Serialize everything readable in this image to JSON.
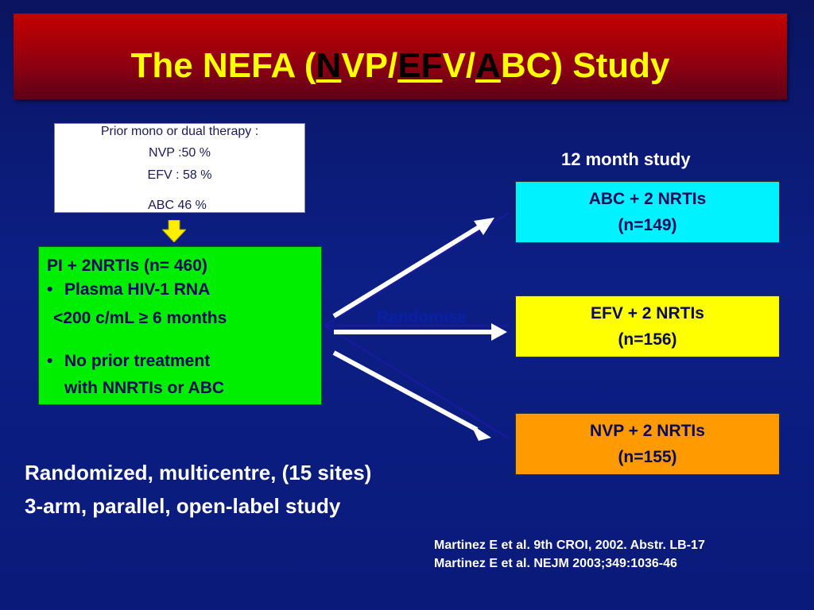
{
  "title": {
    "prefix": "The NEFA (",
    "n_letter": "N",
    "vp": "VP/",
    "ef_letters": "EF",
    "v2": "V",
    "slash": "/",
    "a_letter": "A",
    "suffix": "BC) Study"
  },
  "prior_therapy": {
    "heading": "Prior mono or dual therapy :",
    "nvp": "NVP  :50 %",
    "efv": "EFV : 58 %",
    "abc": "ABC 46 %"
  },
  "entry": {
    "line1": "PI + 2NRTIs (n= 460)",
    "bullet1_a": "Plasma HIV-1 RNA",
    "bullet1_b": "<200 c/mL ≥  6 months",
    "bullet2_a": "No prior treatment",
    "bullet2_b": "with NNRTIs or ABC",
    "bullet_char": "•"
  },
  "study_length": "12 month study",
  "randomise_label": "Randomise",
  "arms": [
    {
      "name": "ABC + 2 NRTIs",
      "n": "(n=149)"
    },
    {
      "name": "EFV + 2 NRTIs",
      "n": "(n=156)"
    },
    {
      "name": "NVP + 2 NRTIs",
      "n": "(n=155)"
    }
  ],
  "design": {
    "line1": "Randomized, multicentre, (15 sites)",
    "line2": "3-arm, parallel, open-label study"
  },
  "references": [
    "Martinez E et al. 9th CROI, 2002. Abstr. LB-17",
    "Martinez E et  al. NEJM 2003;349:1036-46"
  ],
  "colors": {
    "title_text": "#ffff00",
    "entry_box": "#00ee00",
    "arm_abc": "#00f2ff",
    "arm_efv": "#ffff00",
    "arm_nvp": "#ff9a00"
  }
}
